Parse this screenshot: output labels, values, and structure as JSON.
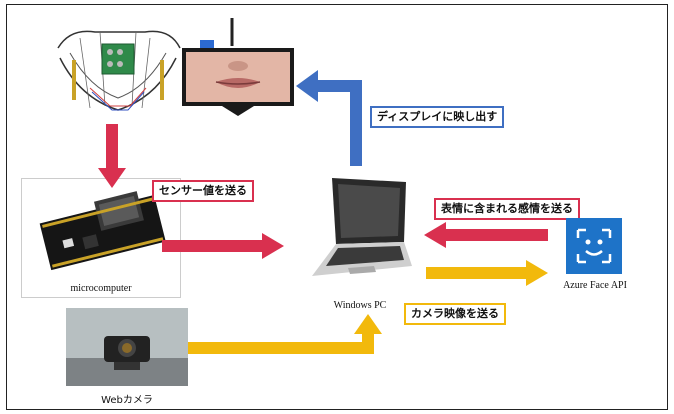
{
  "labels": {
    "display": "ディスプレイに映し出す",
    "sensor": "センサー値を送る",
    "emotion": "表情に含まれる感情を送る",
    "camera_send": "カメラ映像を送る"
  },
  "captions": {
    "microcomputer": "microcomputer",
    "pc": "Windows PC",
    "azure": "Azure Face API",
    "webcam": "Webカメラ"
  },
  "colors": {
    "red": "#d9304f",
    "blue": "#3f6fc2",
    "yellow": "#f2b90c",
    "azure": "#1e73c8"
  }
}
